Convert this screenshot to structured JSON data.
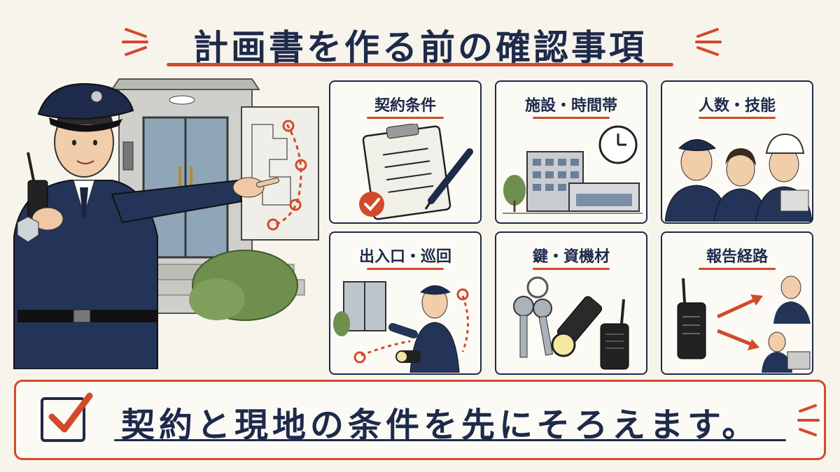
{
  "title": "計画書を作る前の確認事項",
  "cards": [
    {
      "label": "契約条件",
      "icon": "clipboard-checklist-icon"
    },
    {
      "label": "施設・時間帯",
      "icon": "building-clock-icon"
    },
    {
      "label": "人数・技能",
      "icon": "staff-group-icon"
    },
    {
      "label": "出入口・巡回",
      "icon": "entrance-patrol-icon"
    },
    {
      "label": "鍵・資機材",
      "icon": "keys-flashlight-radio-icon"
    },
    {
      "label": "報告経路",
      "icon": "radio-report-route-icon"
    }
  ],
  "summary": "契約と現地の条件を先にそろえます。",
  "colors": {
    "navy": "#1e2a4a",
    "accent": "#d24a2a",
    "background": "#f7f4ec"
  }
}
